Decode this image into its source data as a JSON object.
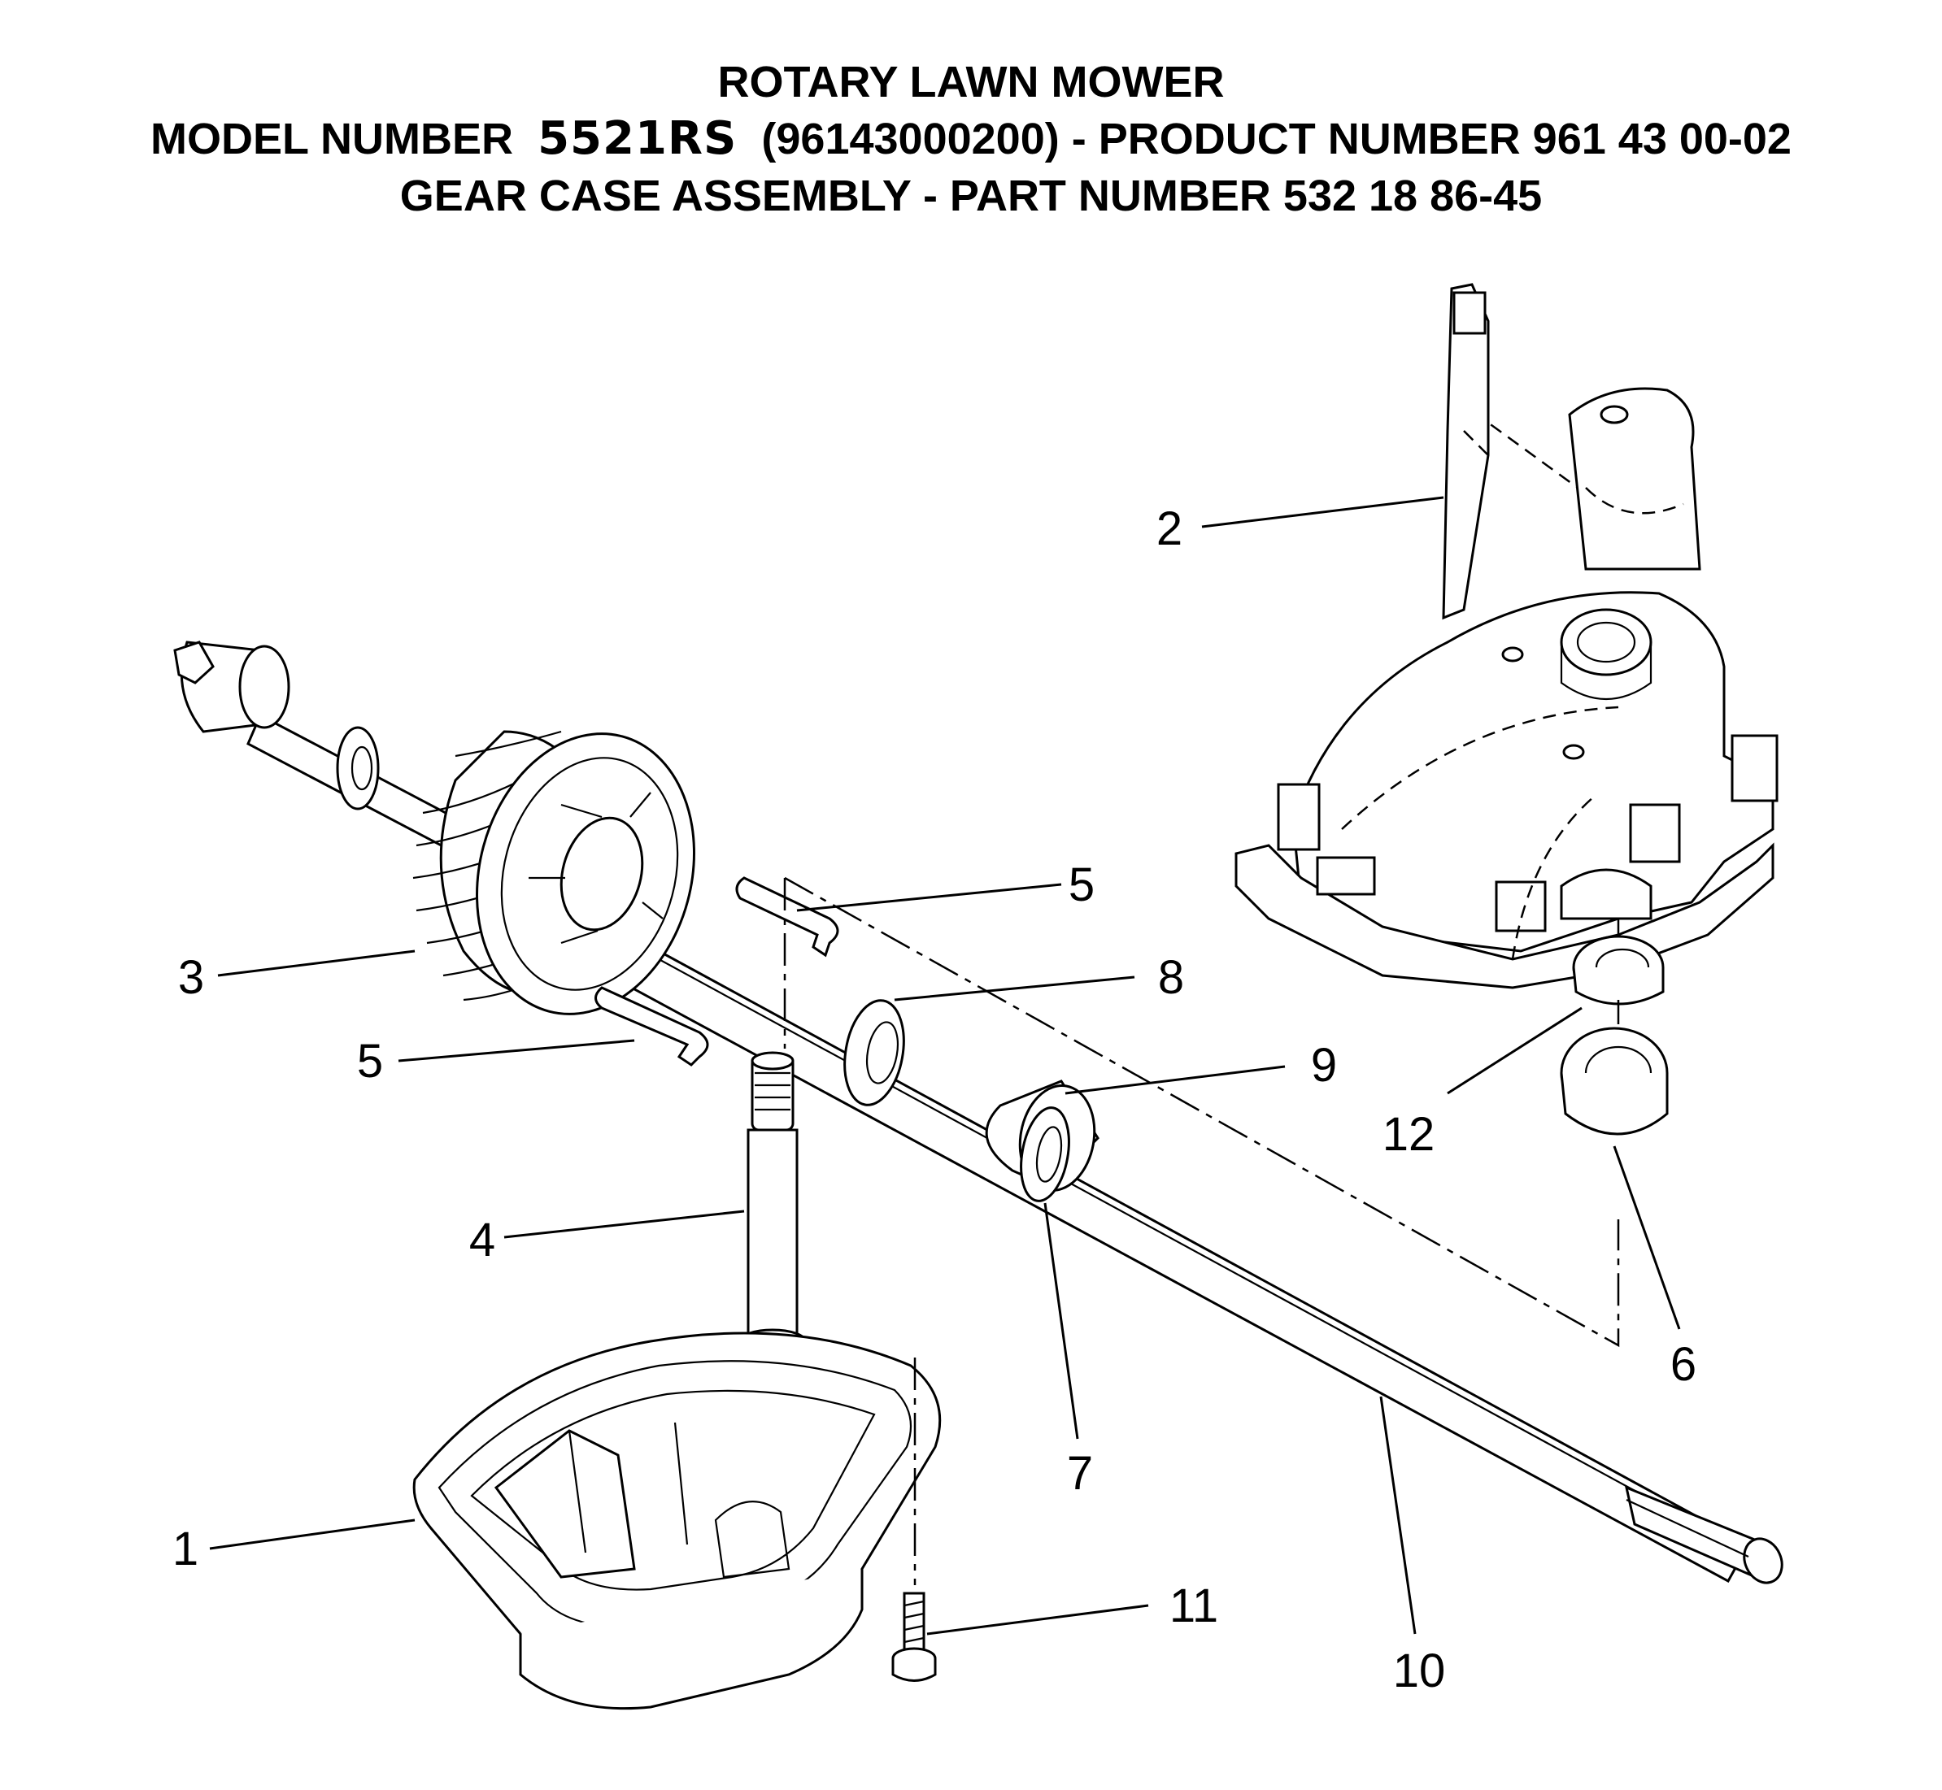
{
  "header": {
    "line1": "ROTARY LAWN MOWER",
    "line2_prefix": "MODEL NUMBER",
    "model_code": "5521RS",
    "line2_suffix": "(96143000200) - PRODUCT NUMBER 961 43 00-02",
    "line3": "GEAR CASE ASSEMBLY - PART NUMBER 532 18 86-45"
  },
  "callouts": {
    "c1": "1",
    "c2": "2",
    "c3": "3",
    "c4": "4",
    "c5a": "5",
    "c5b": "5",
    "c6": "6",
    "c7": "7",
    "c8": "8",
    "c9": "9",
    "c10": "10",
    "c11": "11",
    "c12": "12"
  }
}
